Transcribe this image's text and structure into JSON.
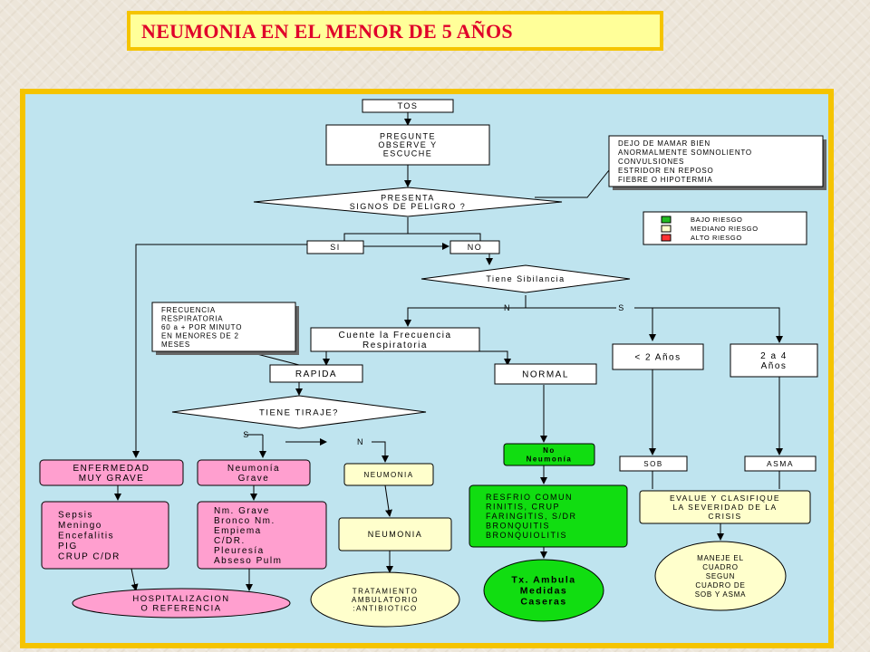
{
  "title": "NEUMONIA EN EL MENOR DE 5 AÑOS",
  "nodes": {
    "tos": "TOS",
    "pregunte": [
      "PREGUNTE",
      "OBSERVE Y",
      "ESCUCHE"
    ],
    "signos": [
      "PRESENTA",
      "SIGNOS DE PELIGRO ?"
    ],
    "peligro_note": [
      "DEJO DE MAMAR BIEN",
      "ANORMALMENTE SOMNOLIENTO",
      "CONVULSIONES",
      "ESTRIDOR EN REPOSO",
      "FIEBRE O HIPOTERMIA"
    ],
    "si": "SI",
    "no": "NO",
    "sibilancia": "Tiene Sibilancia",
    "n_label": "N",
    "s_label": "S",
    "frecuencia_note": [
      "FRECUENCIA",
      "RESPIRATORIA",
      "60  a + POR MINUTO",
      "EN MENORES DE 2",
      "MESES"
    ],
    "cuente": [
      "Cuente la Frecuencia",
      "Respiratoria"
    ],
    "rapida": "RAPIDA",
    "normal": "NORMAL",
    "menor2": "< 2 Años",
    "dos_a_cuatro": [
      "2 a 4",
      "Años"
    ],
    "tiraje": "TIENE   TIRAJE?",
    "tiraje_s": "S",
    "tiraje_n": "N",
    "enfermedad": [
      "ENFERMEDAD",
      "MUY GRAVE"
    ],
    "neumonia_grave": [
      "Neumonía",
      "Grave"
    ],
    "neumonia_small": "NEUMONIA",
    "no_neumonia": [
      "No",
      "Neumonía"
    ],
    "sob": "SOB",
    "asma": "ASMA",
    "sepsis": [
      "Sepsis",
      "Meningo",
      "Encefalitis",
      "PIG",
      "CRUP C/DR"
    ],
    "nm_grave": [
      "Nm. Grave",
      "Bronco Nm.",
      "Empiema",
      "C/DR.",
      "Pleuresía",
      "Abseso Pulm"
    ],
    "neumonia_big": "NEUMONIA",
    "resfrio": [
      "RESFRIO COMUN",
      "RINITIS, CRUP",
      "FARINGITIS, S/DR",
      "BRONQUITIS",
      "BRONQUIOLITIS"
    ],
    "evalue": [
      "EVALUE Y CLASIFIQUE",
      "LA SEVERIDAD DE LA",
      "CRISIS"
    ],
    "hospitalizacion": [
      "HOSPITALIZACION",
      "O REFERENCIA"
    ],
    "tratamiento": [
      "TRATAMIENTO",
      "AMBULATORIO",
      ":ANTIBIOTICO"
    ],
    "tx": [
      "Tx. Ambula",
      "Medidas",
      "Caseras"
    ],
    "maneje": [
      "MANEJE EL",
      "CUADRO",
      "SEGUN",
      "CUADRO DE",
      "SOB Y ASMA"
    ]
  },
  "legend": [
    {
      "label": "BAJO RIESGO",
      "color": "#22bb22"
    },
    {
      "label": "MEDIANO RIESGO",
      "color": "#ffffcc"
    },
    {
      "label": "ALTO RIESGO",
      "color": "#ff3333"
    }
  ],
  "colors": {
    "title_text": "#e0002a",
    "title_bg": "#ffff99",
    "title_border": "#f5c400",
    "diagram_bg": "#bfe4ef",
    "pink": "#ff9fcf",
    "yellow": "#ffffcc",
    "green": "#11dd11"
  }
}
